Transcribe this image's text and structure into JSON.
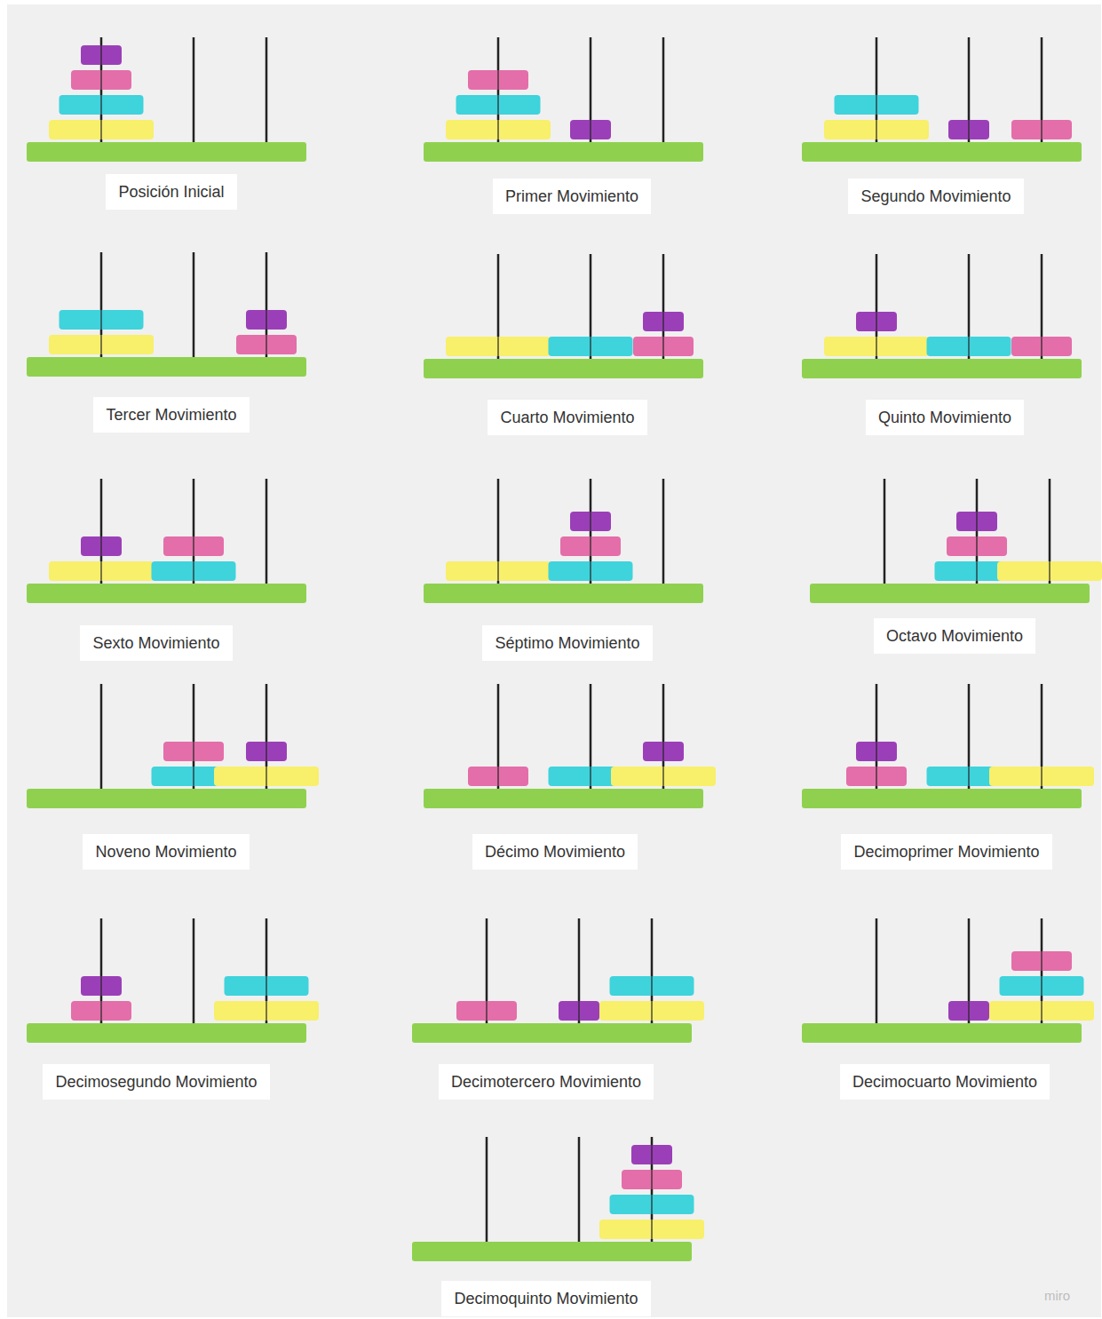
{
  "diagram": {
    "nodes": [
      {
        "text": [
          "Posición Inicial"
        ]
      },
      {
        "text": [
          "Primer Movimiento"
        ]
      },
      {
        "text": [
          "Segundo Movimiento"
        ]
      },
      {
        "text": [
          "Tercer Movimiento"
        ]
      },
      {
        "text": [
          "Cuarto Movimiento"
        ]
      },
      {
        "text": [
          "Quinto Movimiento"
        ]
      },
      {
        "text": [
          "Sexto Movimiento"
        ]
      },
      {
        "text": [
          "Séptimo Movimiento"
        ]
      },
      {
        "text": [
          "Octavo Movimiento"
        ]
      },
      {
        "text": [
          "Noveno Movimiento"
        ]
      },
      {
        "text": [
          "Décimo Movimiento"
        ]
      },
      {
        "text": [
          "Decimoprimer Movimiento"
        ]
      },
      {
        "text": [
          "Decimosegundo Movimiento"
        ]
      },
      {
        "text": [
          "Decimotercero Movimiento"
        ]
      },
      {
        "text": [
          "Decimocuarto Movimiento"
        ]
      },
      {
        "text": [
          "Decimoquinto Movimiento"
        ]
      }
    ],
    "labels": [
      "miro"
    ]
  }
}
